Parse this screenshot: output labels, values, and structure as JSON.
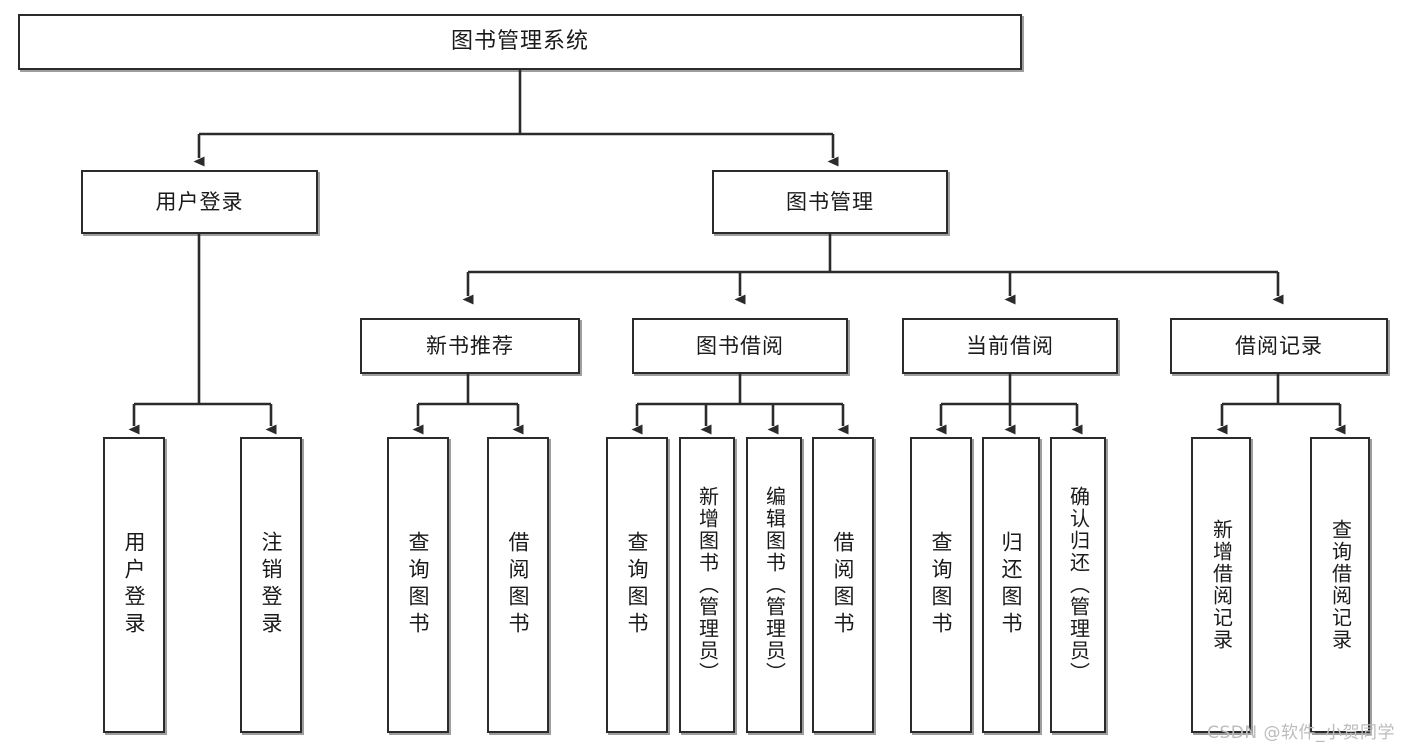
{
  "diagram": {
    "type": "tree",
    "title": "图书管理系统",
    "watermark": "CSDN @软件_小贺同学",
    "colors": {
      "box_border": "#2b2b2b",
      "box_fill": "#ffffff",
      "edge": "#2b2b2b",
      "text": "#1a1a1a",
      "watermark": "#bcbcbc"
    },
    "nodes": {
      "root": {
        "label": "图书管理系统"
      },
      "level2": [
        {
          "id": "user-login",
          "label": "用户登录"
        },
        {
          "id": "book-manage",
          "label": "图书管理"
        }
      ],
      "level3": [
        {
          "id": "new-book-rec",
          "label": "新书推荐"
        },
        {
          "id": "book-borrow",
          "label": "图书借阅"
        },
        {
          "id": "current-borrow",
          "label": "当前借阅"
        },
        {
          "id": "borrow-record",
          "label": "借阅记录"
        }
      ],
      "leaves": {
        "user-login": [
          {
            "id": "leaf-user-login",
            "label": "用户登录"
          },
          {
            "id": "leaf-logout",
            "label": "注销登录"
          }
        ],
        "new-book-rec": [
          {
            "id": "leaf-query-book-1",
            "label": "查询图书"
          },
          {
            "id": "leaf-borrow-book-1",
            "label": "借阅图书"
          }
        ],
        "book-borrow": [
          {
            "id": "leaf-query-book-2",
            "label": "查询图书"
          },
          {
            "id": "leaf-add-book",
            "label": "新增图书（管理员）"
          },
          {
            "id": "leaf-edit-book",
            "label": "编辑图书（管理员）"
          },
          {
            "id": "leaf-borrow-book-2",
            "label": "借阅图书"
          }
        ],
        "current-borrow": [
          {
            "id": "leaf-query-book-3",
            "label": "查询图书"
          },
          {
            "id": "leaf-return-book",
            "label": "归还图书"
          },
          {
            "id": "leaf-confirm-return",
            "label": "确认归还（管理员）"
          }
        ],
        "borrow-record": [
          {
            "id": "leaf-add-record",
            "label": "新增借阅记录"
          },
          {
            "id": "leaf-query-record",
            "label": "查询借阅记录"
          }
        ]
      }
    }
  }
}
